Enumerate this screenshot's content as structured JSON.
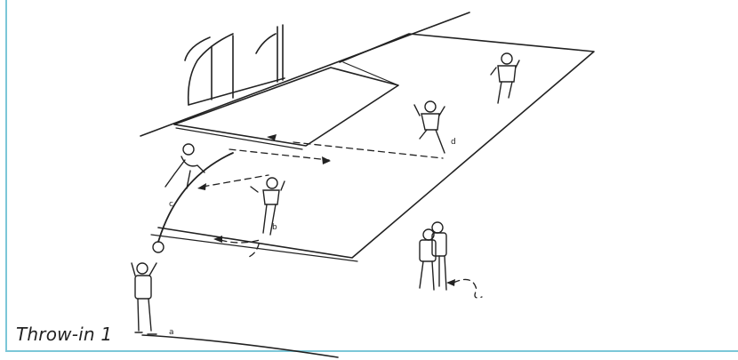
{
  "caption": "Throw-in 1",
  "players": [
    {
      "label": "a"
    },
    {
      "label": "b"
    },
    {
      "label": "c"
    },
    {
      "label": "d"
    }
  ],
  "colors": {
    "frame": "#7cc7d8",
    "ink": "#222222"
  }
}
